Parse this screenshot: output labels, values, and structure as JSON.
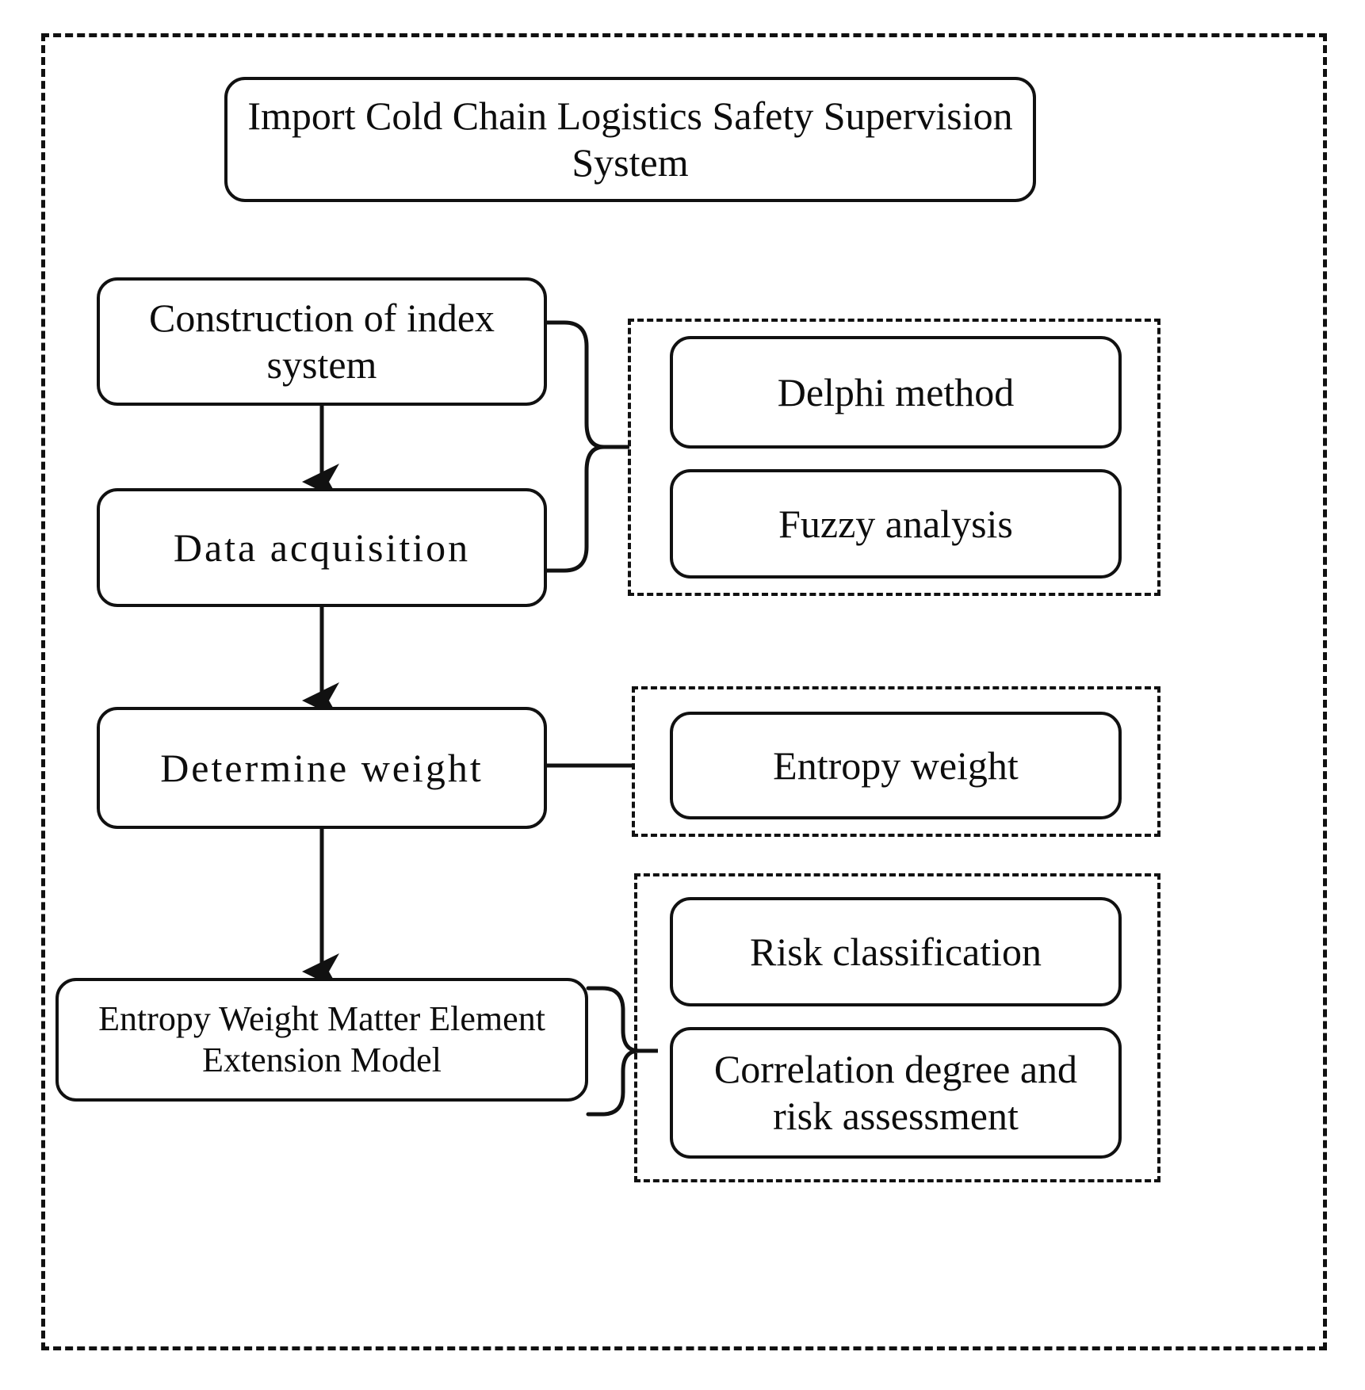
{
  "diagram": {
    "title": "Import Cold Chain Logistics Safety Supervision System",
    "nodes": {
      "title_box": "Import Cold Chain Logistics Safety Supervision System",
      "index_system": "Construction of index system",
      "data_acquisition": "Data acquisition",
      "determine_weight": "Determine weight",
      "model": "Entropy Weight Matter Element Extension Model",
      "delphi": "Delphi method",
      "fuzzy": "Fuzzy analysis",
      "entropy_weight": "Entropy weight",
      "risk_classification": "Risk classification",
      "correlation": "Correlation degree and risk assessment"
    },
    "groups": {
      "methods": "Delphi method / Fuzzy analysis",
      "entropy": "Entropy weight",
      "results": "Risk classification / Correlation degree and risk assessment"
    },
    "colors": {
      "stroke": "#111111",
      "background": "#ffffff",
      "text": "#0d0d0d"
    },
    "connectors": [
      {
        "from": "index_system",
        "to": "data_acquisition",
        "kind": "arrow-down"
      },
      {
        "from": "data_acquisition",
        "to": "determine_weight",
        "kind": "arrow-down"
      },
      {
        "from": "determine_weight",
        "to": "model",
        "kind": "arrow-down"
      },
      {
        "from": "index_system+data_acquisition",
        "to": "methods_group",
        "kind": "brace-right"
      },
      {
        "from": "determine_weight",
        "to": "entropy_group",
        "kind": "line-right"
      },
      {
        "from": "model",
        "to": "results_group",
        "kind": "brace-right"
      }
    ]
  }
}
